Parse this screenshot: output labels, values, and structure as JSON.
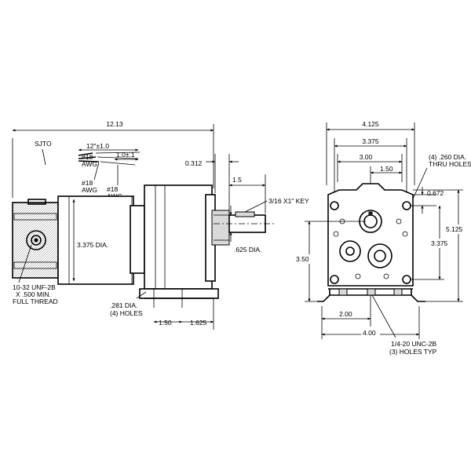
{
  "side_view": {
    "overall_length": "12.13",
    "cord_label": "SJTO",
    "lead_length": "12\"±1.0",
    "strip_length": "1.0±.1",
    "wire_1": [
      "#18",
      "AWG"
    ],
    "wire_2": [
      "#18",
      "AWG"
    ],
    "wire_3": [
      "#18",
      "AWG"
    ],
    "shaft_offset": "0.312",
    "shaft_length": "1.5",
    "key": "3/16 X1\" KEY",
    "motor_dia": "3.375 DIA.",
    "shaft_dia": ".625 DIA.",
    "thread_note": [
      "10-32 UNF-2B",
      "X .500 MIN.",
      "FULL THREAD"
    ],
    "mount_holes": [
      ".281 DIA.",
      "(4) HOLES"
    ],
    "dim_a": "1.50",
    "dim_b": "1.625"
  },
  "end_view": {
    "overall_width": "4.125",
    "hole_spacing": "3.375",
    "center_width": "3.00",
    "shaft_half": "1.50",
    "thru_holes": [
      "(4) .260 DIA.",
      "THRU HOLES"
    ],
    "top_offset": "0.672",
    "overall_height": "5.125",
    "inner_height": "3.375",
    "vertical_spacing": "3.50",
    "half_base": "2.00",
    "base_width": "4.00",
    "tapped_holes": [
      "1/4-20 UNC-2B",
      "(3) HOLES TYP"
    ]
  }
}
